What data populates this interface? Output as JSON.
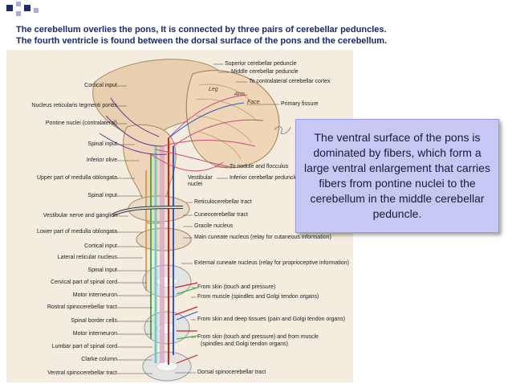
{
  "heading": {
    "line1": "The cerebellum overlies the pons, It is connected by three pairs of cerebellar peduncles.",
    "line2": "The fourth ventricle is found between the dorsal surface of the pons and the cerebellum."
  },
  "figure": {
    "labels_left": [
      "Cortical input",
      "Nucleus reticularis tegmenti pontis",
      "Pontine nuclei (contralateral)",
      "Spinal input",
      "Inferior olive",
      "Upper part of medulla oblongata",
      "Spinal input",
      "Vestibular nerve and ganglion",
      "Lower part of medulla oblongata",
      "Cortical input",
      "Lateral reticular nucleus",
      "Spinal input",
      "Cervical part of spinal cord",
      "Motor interneuron",
      "Rostral spinocerebellar tract",
      "Spinal border cells",
      "Motor interneuron",
      "Lumbar part of spinal cord",
      "Clarke column",
      "Ventral spinocerebellar tract"
    ],
    "labels_right": [
      "Superior cerebellar peduncle",
      "Middle cerebellar peduncle",
      "To contralateral cerebellar cortex",
      "Primary fissure",
      "To nodule and flocculus",
      "Inferior cerebellar peduncle",
      "Reticulocerebellar tract",
      "Cuneocerebellar tract",
      "Gracile nucleus",
      "Main cuneate nucleus (relay for cutaneous information)",
      "External cuneate nucleus (relay for proprioceptive information)",
      "From skin (touch and pressure)",
      "From muscle (spindles and Golgi tendon organs)",
      "From skin and deep tissues (pain and Golgi tendon organs)",
      "From skin (touch and pressure) and from muscle",
      "(spindles and Golgi tendon organs)",
      "Dorsal spinocerebellar tract"
    ],
    "vestibular_label": "Vestibular nuclei",
    "lobe_labels": [
      "Leg",
      "Arm",
      "Face"
    ]
  },
  "callout": {
    "text": "The ventral surface of the pons is dominated by fibers, which form a large ventral enlargement that carries fibers from pontine nuclei to the cerebellum in the middle cerebellar peduncle."
  },
  "colors": {
    "heading_text": "#1a2a6e",
    "callout_bg": "#c7c7f3",
    "square_dark": "#1f2a6a",
    "square_light": "#a9acd6"
  }
}
